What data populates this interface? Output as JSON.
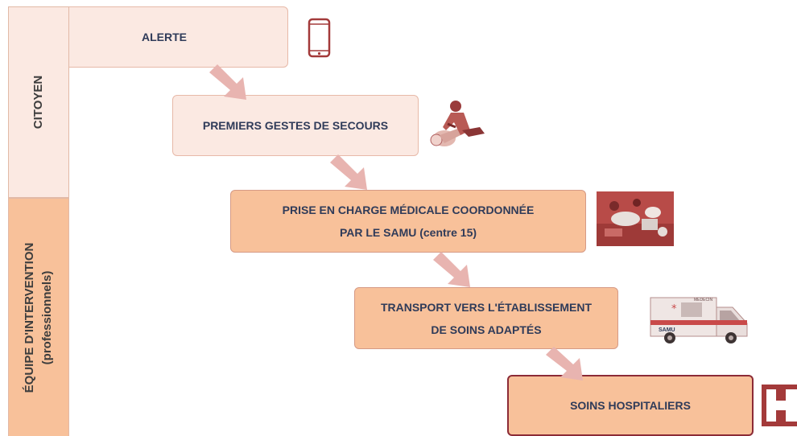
{
  "lanes": {
    "citoyen": "CITOYEN",
    "equipe_line1": "ÉQUIPE D'INTERVENTION",
    "equipe_line2": "(professionnels)"
  },
  "steps": {
    "alerte": "ALERTE",
    "gestes": "PREMIERS GESTES DE SECOURS",
    "samu_line1": "PRISE EN CHARGE MÉDICALE COORDONNÉE",
    "samu_line2": "PAR LE SAMU (centre 15)",
    "transport_line1": "TRANSPORT  VERS L'ÉTABLISSEMENT",
    "transport_line2": "DE SOINS ADAPTÉS",
    "hospital": "SOINS HOSPITALIERS"
  },
  "ambulance": {
    "label": "SAMU",
    "side_label": "MEDECIN"
  },
  "colors": {
    "light_fill": "#fbe9e2",
    "orange_fill": "#f8c19a",
    "arrow": "#e8b4b0",
    "icon_red": "#a33a3a",
    "text": "#2f3b59"
  }
}
